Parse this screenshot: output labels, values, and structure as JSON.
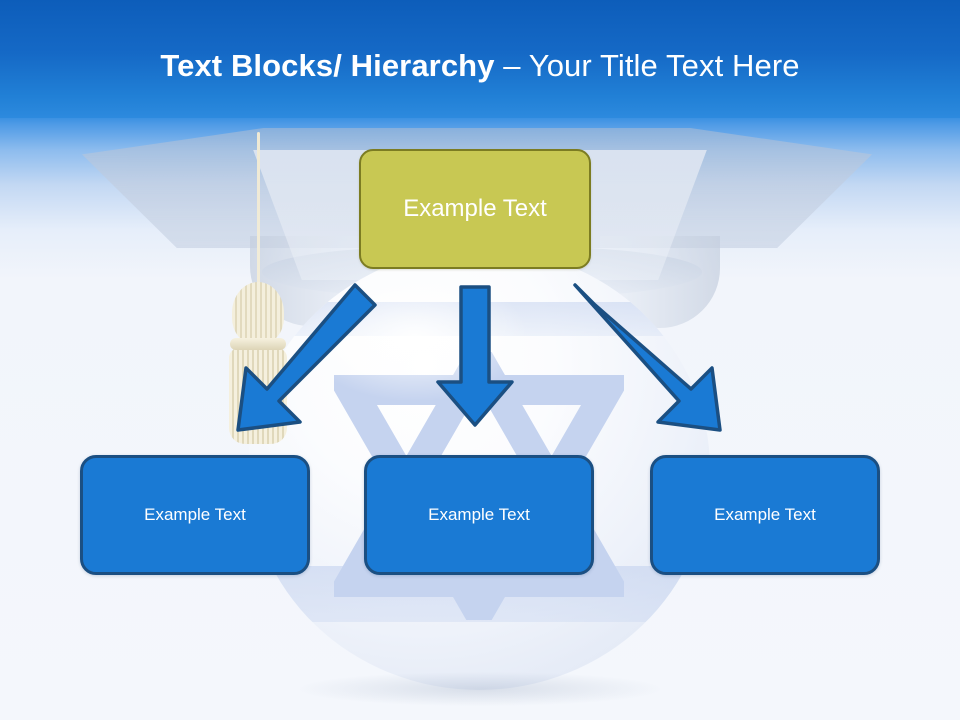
{
  "slide": {
    "title": {
      "bold_part": "Text Blocks/ Hierarchy",
      "separator": " – ",
      "regular_part": "Your Title Text Here"
    }
  },
  "colors": {
    "header_blue_dark": "#0d5dba",
    "header_blue_light": "#2d8ade",
    "node_top_fill": "#c8c853",
    "node_top_border": "#7c7c22",
    "node_leaf_fill": "#1a7ad4",
    "node_leaf_border": "#1b4f82",
    "arrow_fill": "#1a7ad4",
    "arrow_border": "#1b4f82",
    "star_fill": "#c5d3ef",
    "tassel_cream": "#f4efdd",
    "page_background": "#f4f7fc"
  },
  "diagram": {
    "type": "hierarchy",
    "root": {
      "id": "node-top",
      "label": "Example  Text"
    },
    "children": [
      {
        "id": "node-leaf-1",
        "label": "Example Text"
      },
      {
        "id": "node-leaf-2",
        "label": "Example Text"
      },
      {
        "id": "node-leaf-3",
        "label": "Example Text"
      }
    ],
    "connectors": [
      {
        "id": "arrow-left",
        "direction": "down-left",
        "from": "node-top",
        "to": "node-leaf-1"
      },
      {
        "id": "arrow-center",
        "direction": "down",
        "from": "node-top",
        "to": "node-leaf-2"
      },
      {
        "id": "arrow-right",
        "direction": "down-right",
        "from": "node-top",
        "to": "node-leaf-3"
      }
    ]
  },
  "background": {
    "graduation_cap": "graduation-cap-mortarboard",
    "tassel": "graduation-tassel",
    "globe": "israel-flag-globe",
    "star": "star-of-david"
  }
}
